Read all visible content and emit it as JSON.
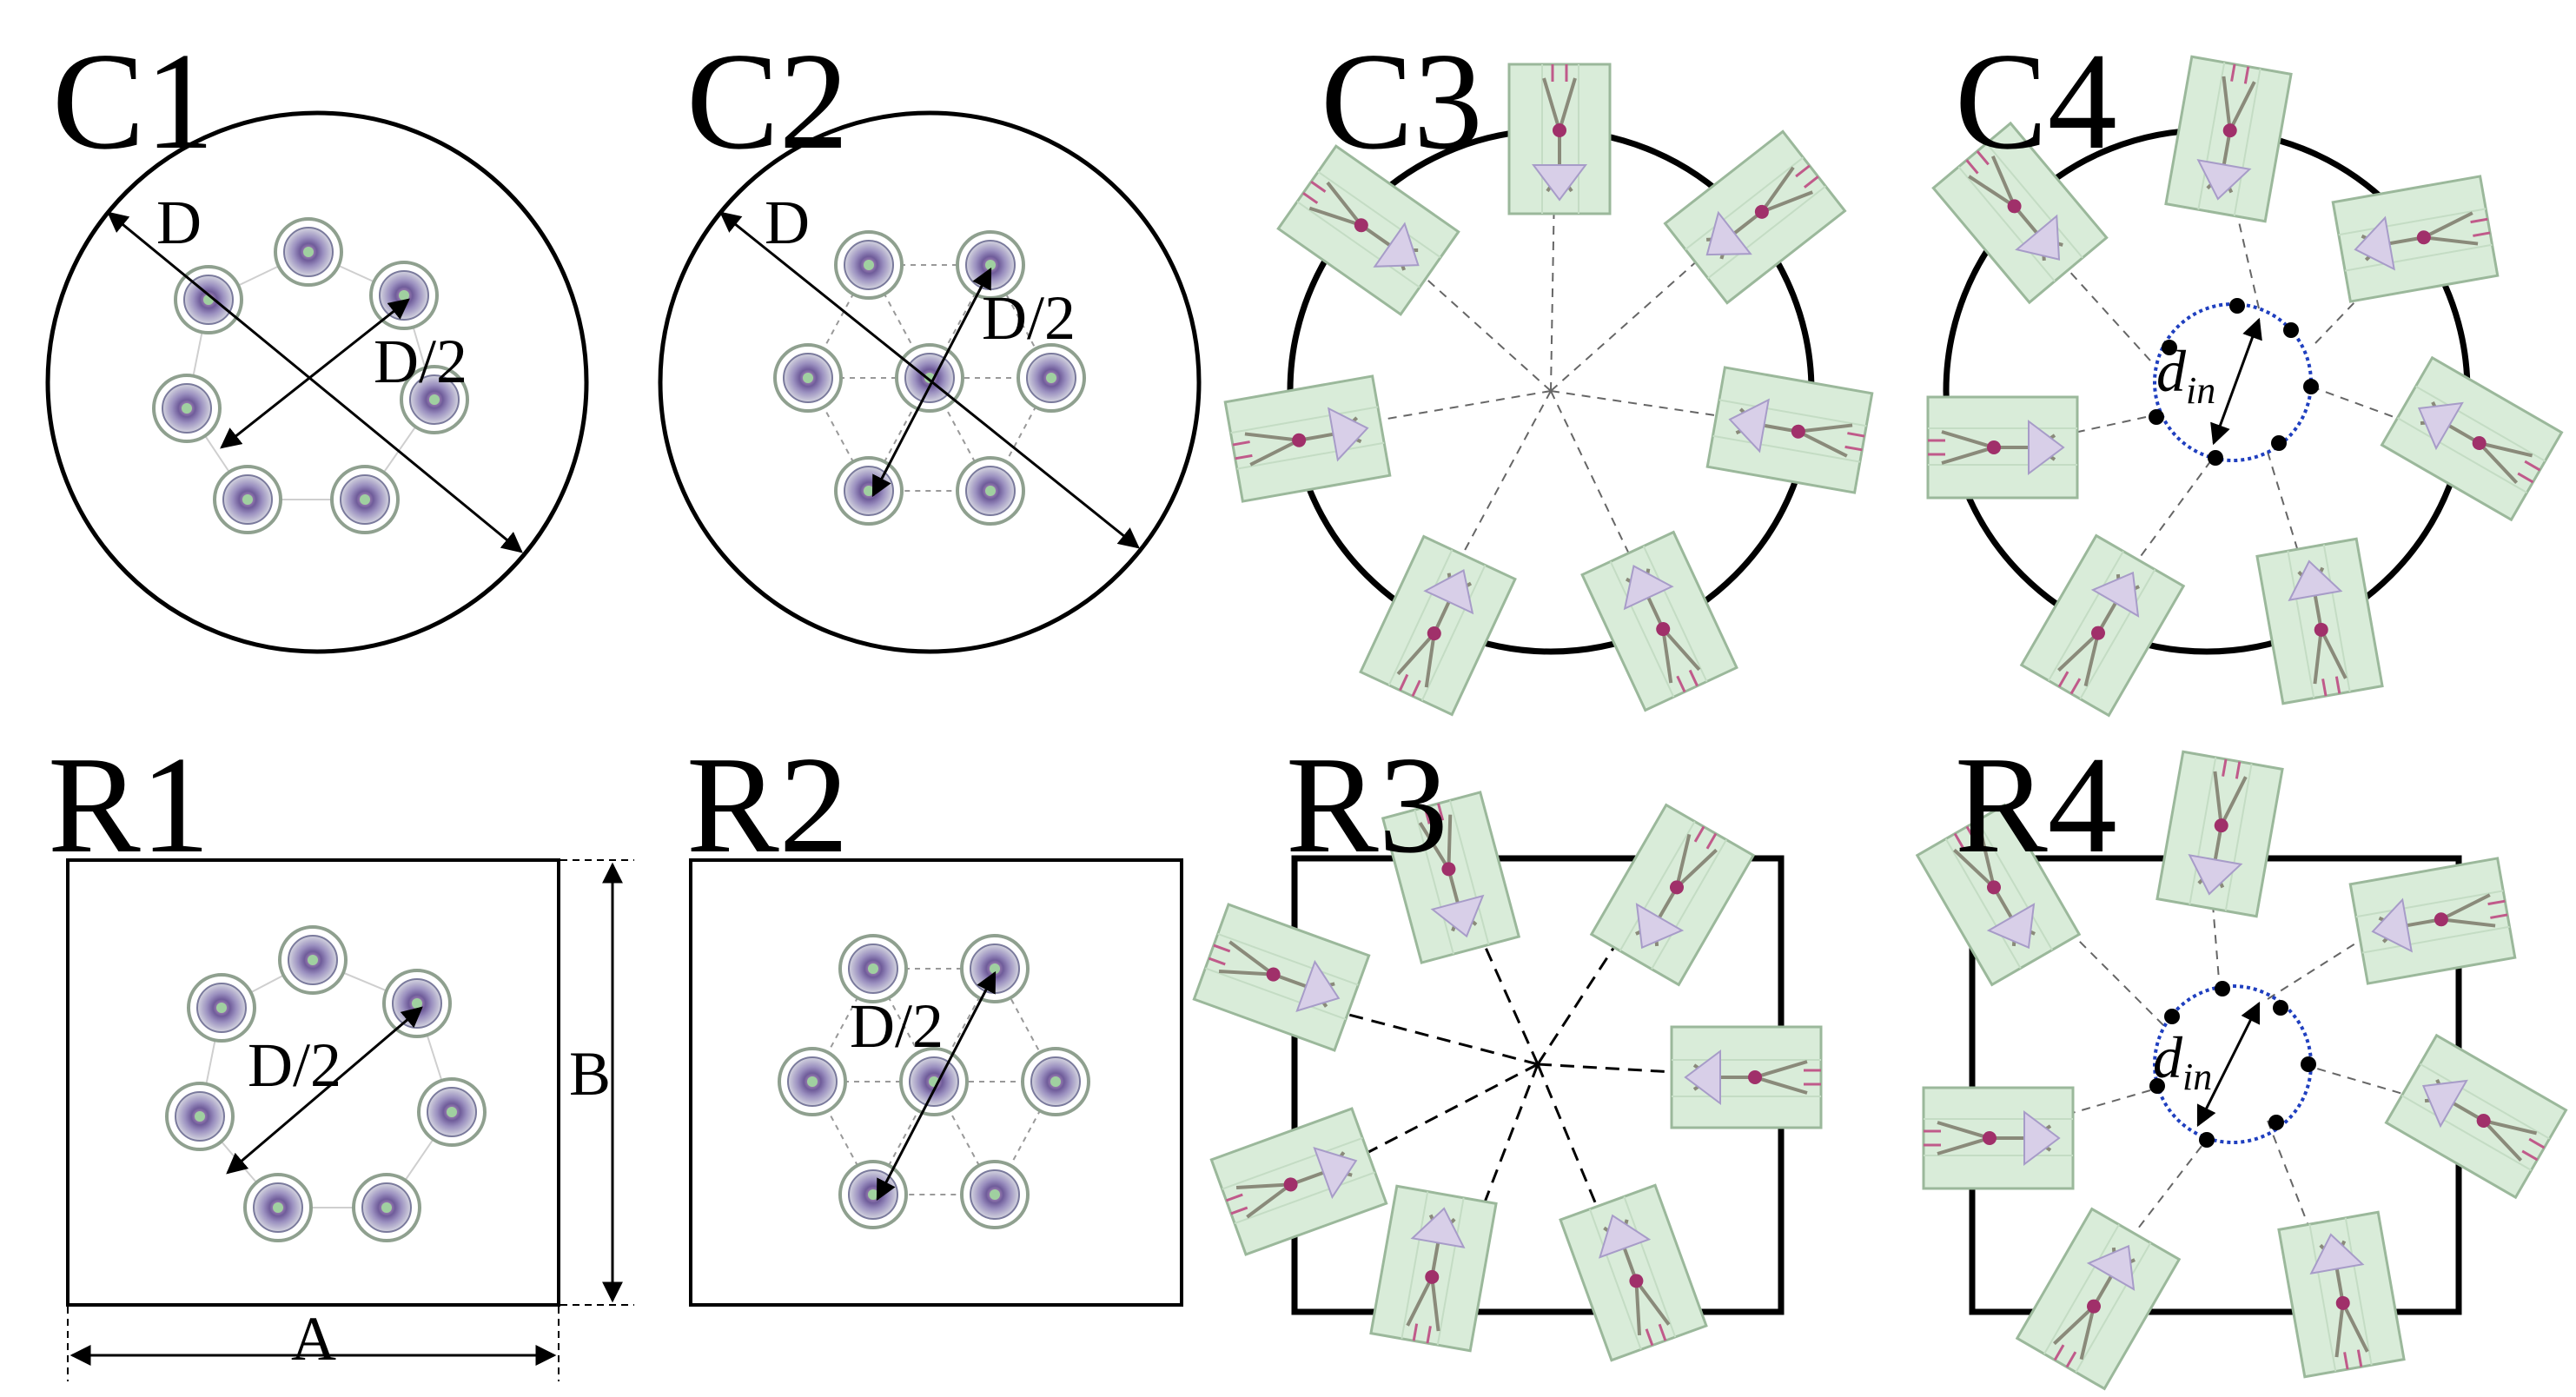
{
  "panels": {
    "C1": {
      "title": "C1",
      "diameter_label": "D",
      "radius_label": "D/2"
    },
    "C2": {
      "title": "C2",
      "diameter_label": "D",
      "radius_label": "D/2"
    },
    "C3": {
      "title": "C3"
    },
    "C4": {
      "title": "C4",
      "inner_label": "d",
      "inner_label_sub": "in"
    },
    "R1": {
      "title": "R1",
      "radius_label": "D/2",
      "width_label": "A",
      "height_label": "B"
    },
    "R2": {
      "title": "R2",
      "radius_label": "D/2"
    },
    "R3": {
      "title": "R3"
    },
    "R4": {
      "title": "R4",
      "inner_label": "d",
      "inner_label_sub": "in"
    }
  },
  "colors": {
    "outline": "#000000",
    "module_fill": "#d9ecd9",
    "module_edge": "#9bb89b",
    "tube_ring": "#7a7a9c",
    "tube_core": "#6f5c9a",
    "inner_circle": "#1f3fbf",
    "dash": "#555555"
  }
}
